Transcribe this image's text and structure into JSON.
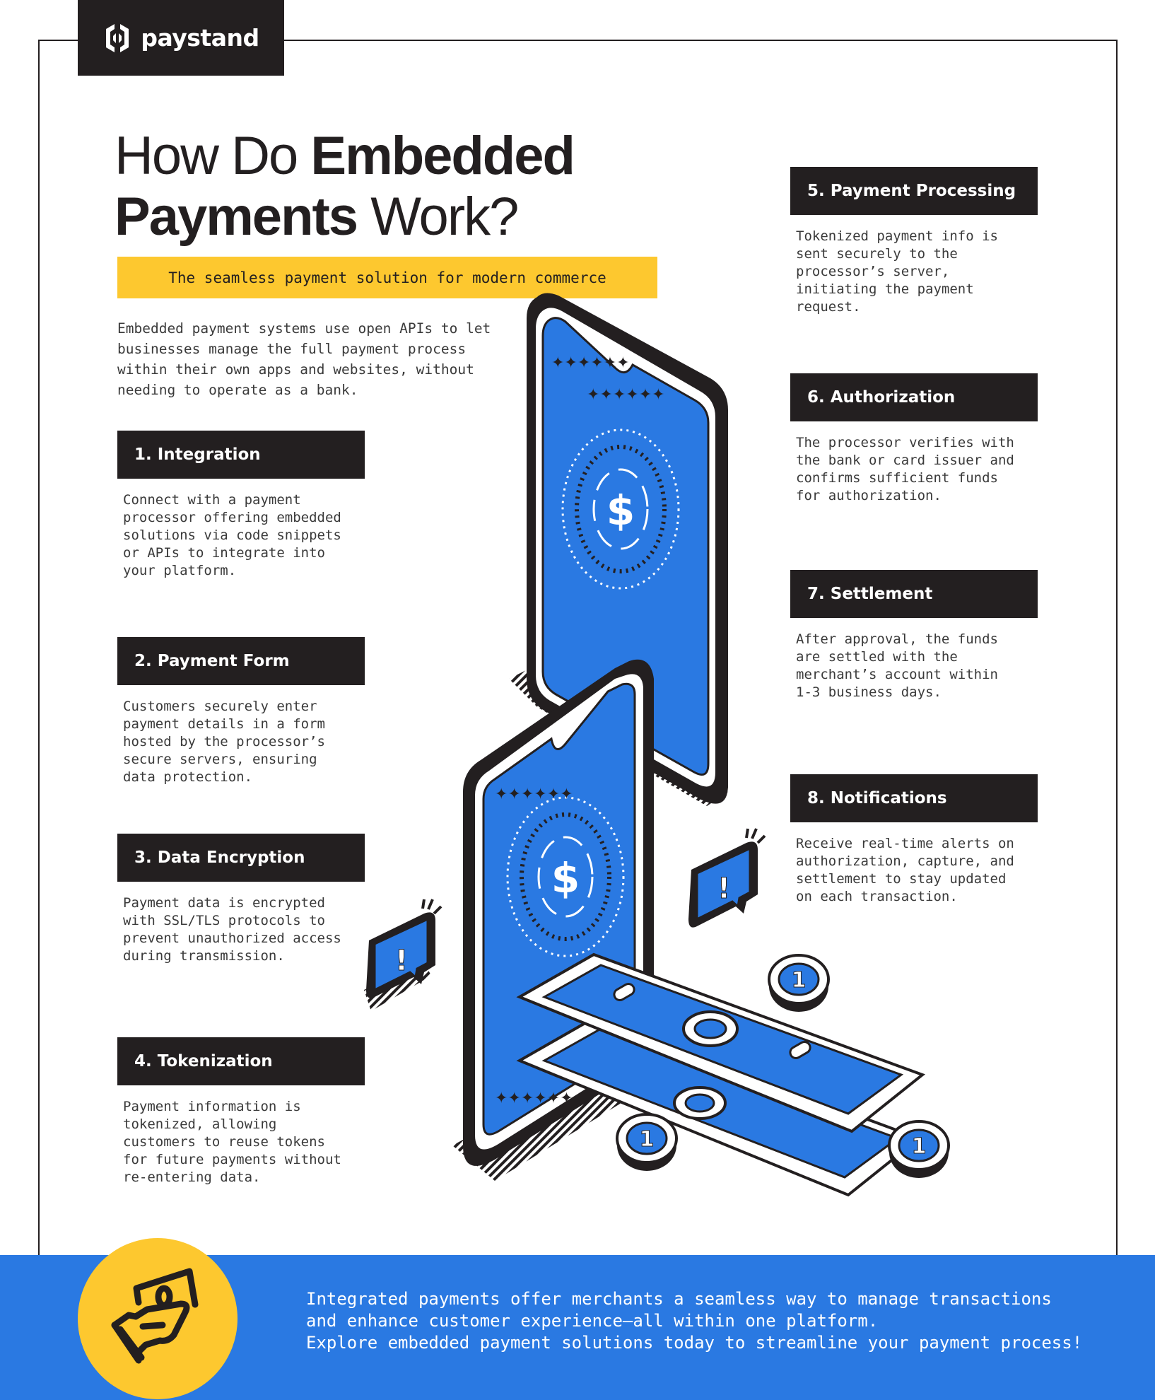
{
  "brand": {
    "name": "paystand",
    "logo_icon": "paystand-hexagon-logo-icon"
  },
  "header": {
    "title_part1_light": "How Do ",
    "title_part1_bold": "Embedded",
    "title_part2_bold": "Payments",
    "title_part2_light": " Work?",
    "tagline": "The seamless payment solution for modern commerce",
    "intro": "Embedded payment systems use open APIs to let\nbusinesses manage the full payment process\nwithin their own apps and websites, without\nneeding to operate as a bank."
  },
  "steps": [
    {
      "title": "1. Integration",
      "body": "Connect with a payment\nprocessor offering embedded\nsolutions via code snippets\nor APIs to integrate into\nyour platform."
    },
    {
      "title": "2. Payment Form",
      "body": "Customers securely enter\npayment details in a form\nhosted by the processor’s\nsecure servers, ensuring\ndata protection."
    },
    {
      "title": "3. Data Encryption",
      "body": "Payment data is encrypted\nwith SSL/TLS protocols to\nprevent unauthorized access\nduring transmission."
    },
    {
      "title": "4. Tokenization",
      "body": "Payment information is\ntokenized, allowing\ncustomers to reuse tokens\nfor future payments without\nre-entering data."
    },
    {
      "title": "5. Payment Processing",
      "body": "Tokenized payment info is\nsent securely to the\nprocessor’s server,\ninitiating the payment\nrequest."
    },
    {
      "title": "6. Authorization",
      "body": "The processor verifies with\nthe bank or card issuer and\nconfirms sufficient funds\nfor authorization."
    },
    {
      "title": "7. Settlement",
      "body": "After approval, the funds\nare settled with the\nmerchant’s account within\n1-3 business days."
    },
    {
      "title": "8. Notifications",
      "body": "Receive real-time alerts on\nauthorization, capture, and\nsettlement to stay updated\non each transaction."
    }
  ],
  "illustration": {
    "phone_symbol": "$",
    "coin_label": "1",
    "alert_symbol": "!"
  },
  "footer": {
    "icon": "hand-holding-money-icon",
    "lines": [
      "Integrated payments offer merchants a seamless way to manage transactions",
      "and enhance customer experience—all within one platform.",
      "Explore embedded payment solutions today to streamline your payment process!"
    ]
  },
  "colors": {
    "dark": "#231f20",
    "yellow": "#fdc82f",
    "blue": "#2a79e2",
    "white": "#ffffff"
  }
}
